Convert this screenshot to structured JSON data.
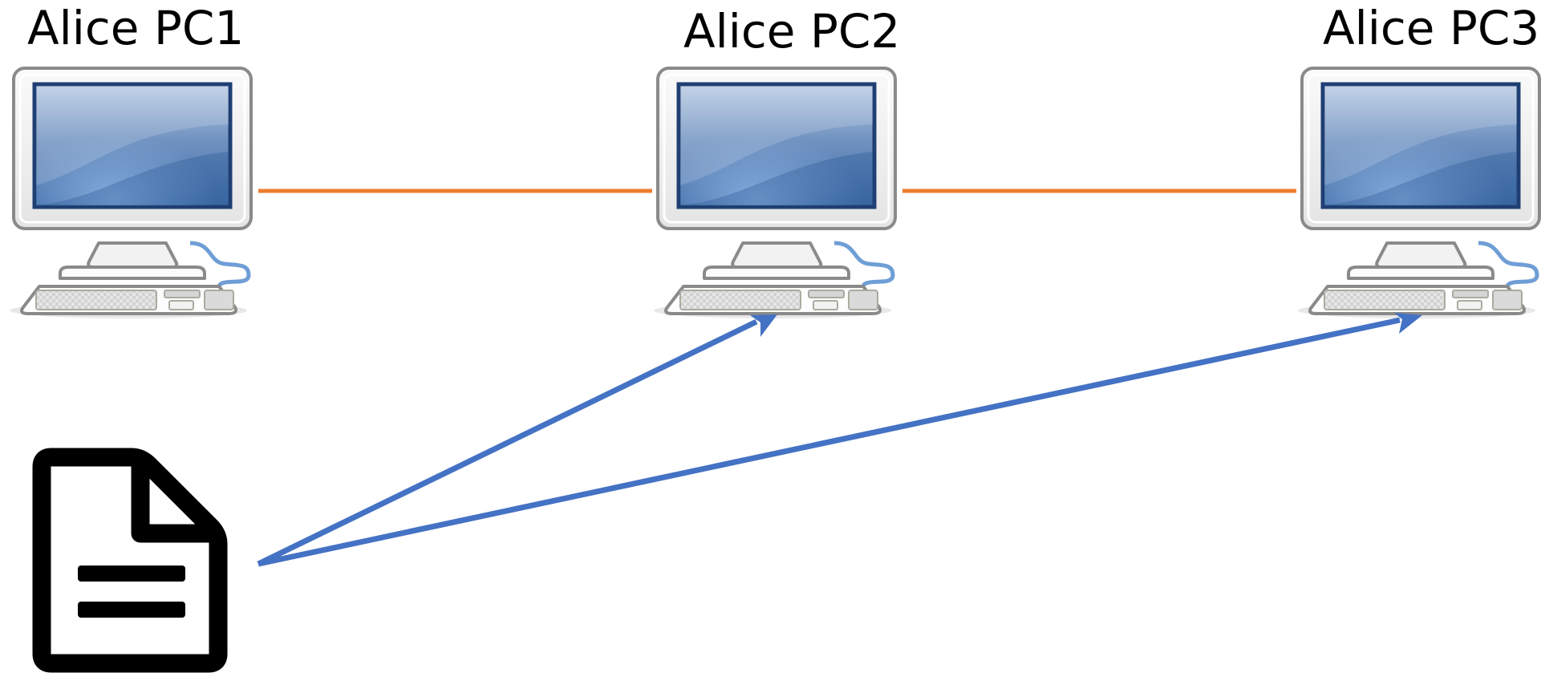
{
  "nodes": [
    {
      "id": "pc1",
      "label": "Alice PC1",
      "icon": "desktop-computer-icon"
    },
    {
      "id": "pc2",
      "label": "Alice PC2",
      "icon": "desktop-computer-icon"
    },
    {
      "id": "pc3",
      "label": "Alice PC3",
      "icon": "desktop-computer-icon"
    },
    {
      "id": "doc",
      "label": "",
      "icon": "document-icon"
    }
  ],
  "connections": [
    {
      "from": "pc1",
      "to": "pc2",
      "style": "line",
      "color": "#ED7D31"
    },
    {
      "from": "pc2",
      "to": "pc3",
      "style": "line",
      "color": "#ED7D31"
    }
  ],
  "arrows": [
    {
      "from": "doc",
      "to": "pc2",
      "color": "#4472C4"
    },
    {
      "from": "doc",
      "to": "pc3",
      "color": "#4472C4"
    }
  ]
}
